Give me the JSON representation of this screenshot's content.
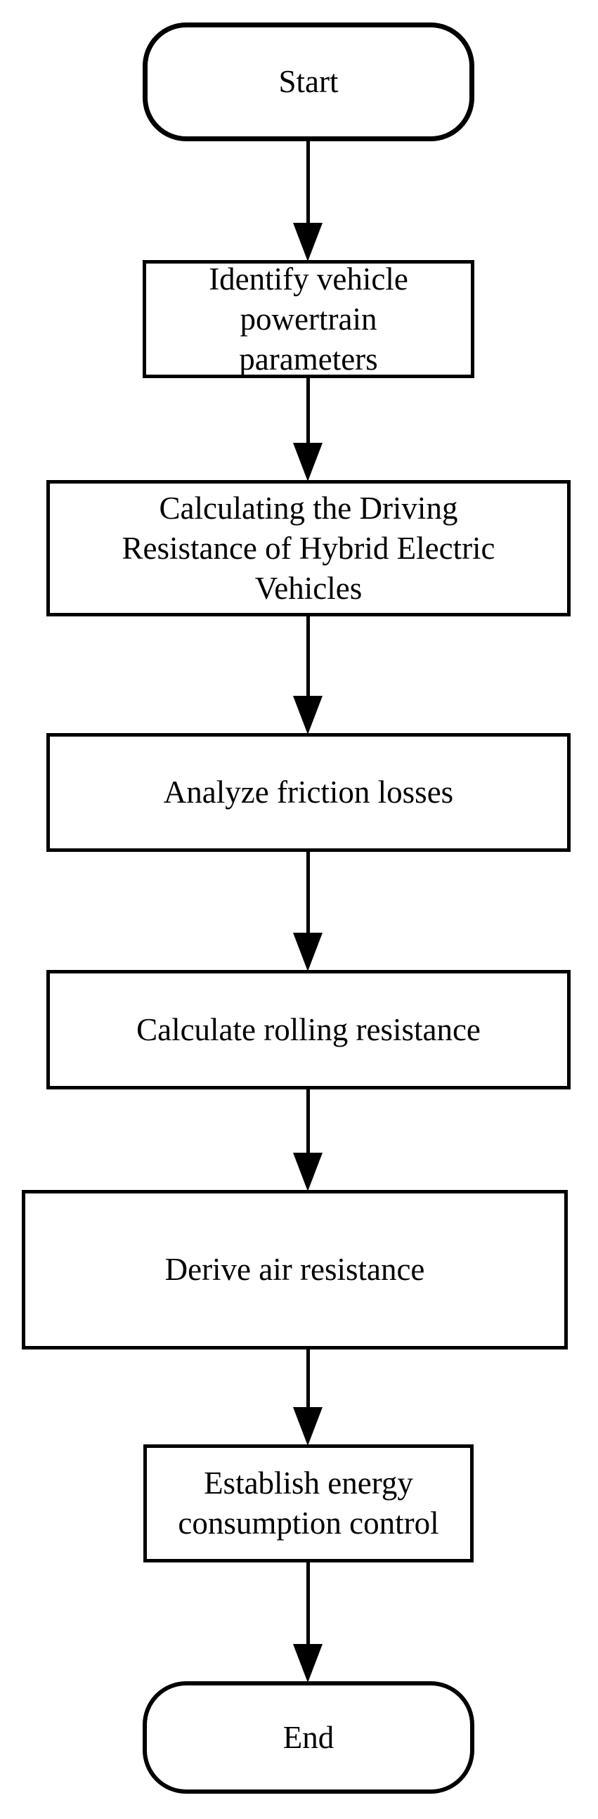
{
  "figure": {
    "type": "flowchart",
    "direction": "top-to-bottom",
    "colors": {
      "background": "#ffffff",
      "node_fill": "#ffffff",
      "node_border": "#000000",
      "text": "#000000",
      "arrow": "#000000"
    }
  },
  "flowchart": {
    "nodes": [
      {
        "id": "start",
        "shape": "terminator",
        "label": "Start",
        "lines": [
          "Start"
        ]
      },
      {
        "id": "identify-powertrain-parameters",
        "shape": "process",
        "label": "Identify vehicle powertrain parameters",
        "lines": [
          "Identify vehicle",
          "powertrain",
          "parameters"
        ]
      },
      {
        "id": "calculate-driving-resistance",
        "shape": "process",
        "label": "Calculating the Driving Resistance of Hybrid Electric Vehicles",
        "lines": [
          "Calculating the Driving",
          "Resistance of Hybrid Electric",
          "Vehicles"
        ]
      },
      {
        "id": "analyze-friction-losses",
        "shape": "process",
        "label": "Analyze friction losses",
        "lines": [
          "Analyze friction losses"
        ]
      },
      {
        "id": "calculate-rolling-resistance",
        "shape": "process",
        "label": "Calculate rolling resistance",
        "lines": [
          "Calculate rolling resistance"
        ]
      },
      {
        "id": "derive-air-resistance",
        "shape": "process",
        "label": "Derive air resistance",
        "lines": [
          "Derive air resistance"
        ]
      },
      {
        "id": "establish-energy-consumption-control",
        "shape": "process",
        "label": "Establish energy consumption control",
        "lines": [
          "Establish energy",
          "consumption control"
        ]
      },
      {
        "id": "end",
        "shape": "terminator",
        "label": "End",
        "lines": [
          "End"
        ]
      }
    ],
    "edges": [
      {
        "from": "start",
        "to": "identify-powertrain-parameters"
      },
      {
        "from": "identify-powertrain-parameters",
        "to": "calculate-driving-resistance"
      },
      {
        "from": "calculate-driving-resistance",
        "to": "analyze-friction-losses"
      },
      {
        "from": "analyze-friction-losses",
        "to": "calculate-rolling-resistance"
      },
      {
        "from": "calculate-rolling-resistance",
        "to": "derive-air-resistance"
      },
      {
        "from": "derive-air-resistance",
        "to": "establish-energy-consumption-control"
      },
      {
        "from": "establish-energy-consumption-control",
        "to": "end"
      }
    ]
  }
}
